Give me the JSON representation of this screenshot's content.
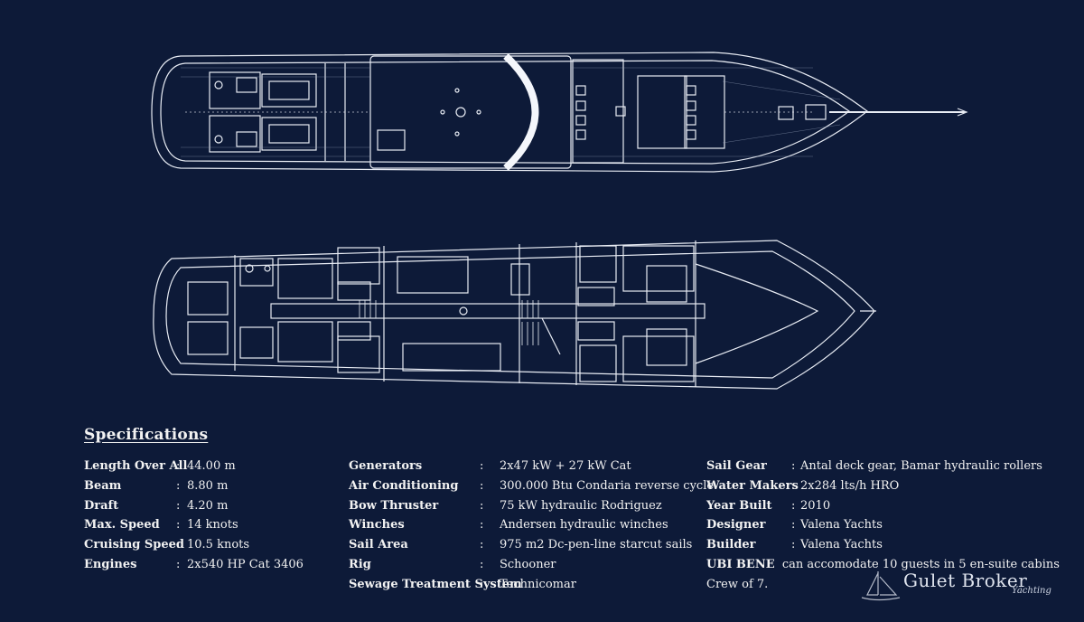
{
  "specifications": {
    "title": "Specifications",
    "column1": [
      {
        "label": "Length Over All",
        "sep": ":",
        "value": "44.00 m"
      },
      {
        "label": "Beam",
        "sep": ":",
        "value": "8.80 m"
      },
      {
        "label": "Draft",
        "sep": ":",
        "value": "4.20 m"
      },
      {
        "label": "Max. Speed",
        "sep": ":",
        "value": "14 knots"
      },
      {
        "label": "Cruising Speed",
        "sep": ":",
        "value": "10.5 knots"
      },
      {
        "label": "Engines",
        "sep": ":",
        "value": "2x540 HP Cat 3406"
      }
    ],
    "column2": [
      {
        "label": "Generators",
        "sep": ":",
        "value": "2x47 kW + 27 kW Cat"
      },
      {
        "label": "Air Conditioning",
        "sep": ":",
        "value": "300.000 Btu Condaria reverse cycle"
      },
      {
        "label": "Bow Thruster",
        "sep": ":",
        "value": "75 kW hydraulic Rodriguez"
      },
      {
        "label": "Winches",
        "sep": ":",
        "value": "Andersen hydraulic winches"
      },
      {
        "label": "Sail Area",
        "sep": ":",
        "value": "975 m2 Dc-pen-line starcut sails"
      },
      {
        "label": "Rig",
        "sep": ":",
        "value": "Schooner"
      },
      {
        "label": "Sewage Treatment System",
        "sep": ":",
        "value": "Technicomar"
      }
    ],
    "column3": [
      {
        "label": "Sail Gear",
        "sep": ":",
        "value": "Antal deck gear, Bamar  hydraulic rollers"
      },
      {
        "label": "Water Makers",
        "sep": ":",
        "value": "2x284 lts/h  HRO"
      },
      {
        "label": "Year Built",
        "sep": ":",
        "value": "2010"
      },
      {
        "label": "Designer",
        "sep": ":",
        "value": "Valena Yachts"
      },
      {
        "label": "Builder",
        "sep": ":",
        "value": "Valena Yachts"
      }
    ],
    "note_name": "UBI BENE",
    "note_text": "can accomodate 10 guests in 5 en-suite cabins",
    "crew": "Crew of  7."
  },
  "brand": {
    "name": "Gulet Broker",
    "sub": "Yachting",
    "icon": "sailboat-logo"
  },
  "colors": {
    "background": "#0d1a38",
    "line": "#e8ecf4"
  }
}
